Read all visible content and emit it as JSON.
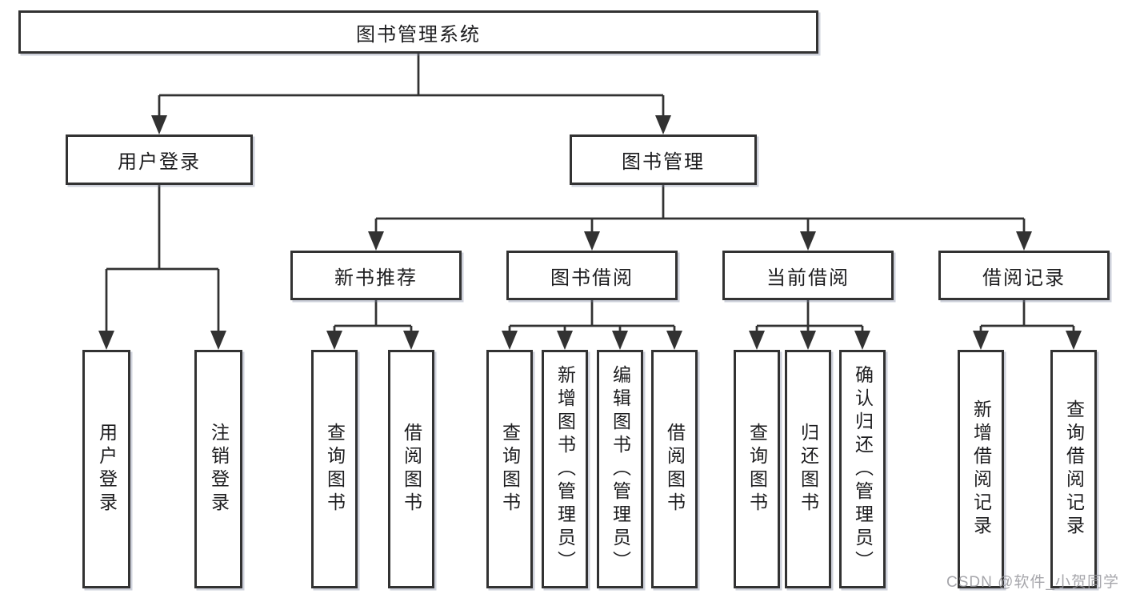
{
  "diagram": {
    "root": {
      "label": "图书管理系统"
    },
    "level2": [
      {
        "label": "用户登录"
      },
      {
        "label": "图书管理"
      }
    ],
    "level3": [
      {
        "label": "新书推荐"
      },
      {
        "label": "图书借阅"
      },
      {
        "label": "当前借阅"
      },
      {
        "label": "借阅记录"
      }
    ],
    "leaves": {
      "login": [
        {
          "label": "用户登录"
        },
        {
          "label": "注销登录"
        }
      ],
      "new_books": [
        {
          "label": "查询图书"
        },
        {
          "label": "借阅图书"
        }
      ],
      "borrow": [
        {
          "label": "查询图书"
        },
        {
          "label": "新增图书（管理员）"
        },
        {
          "label": "编辑图书（管理员）"
        },
        {
          "label": "借阅图书"
        }
      ],
      "current": [
        {
          "label": "查询图书"
        },
        {
          "label": "归还图书"
        },
        {
          "label": "确认归还（管理员）"
        }
      ],
      "records": [
        {
          "label": "新增借阅记录"
        },
        {
          "label": "查询借阅记录"
        }
      ]
    },
    "watermark": "CSDN @软件_小贺同学",
    "colors": {
      "line": "#323232",
      "box_border": "#323232",
      "text": "#1d1d1f",
      "watermark": "#9696a0",
      "background": "#ffffff"
    }
  }
}
